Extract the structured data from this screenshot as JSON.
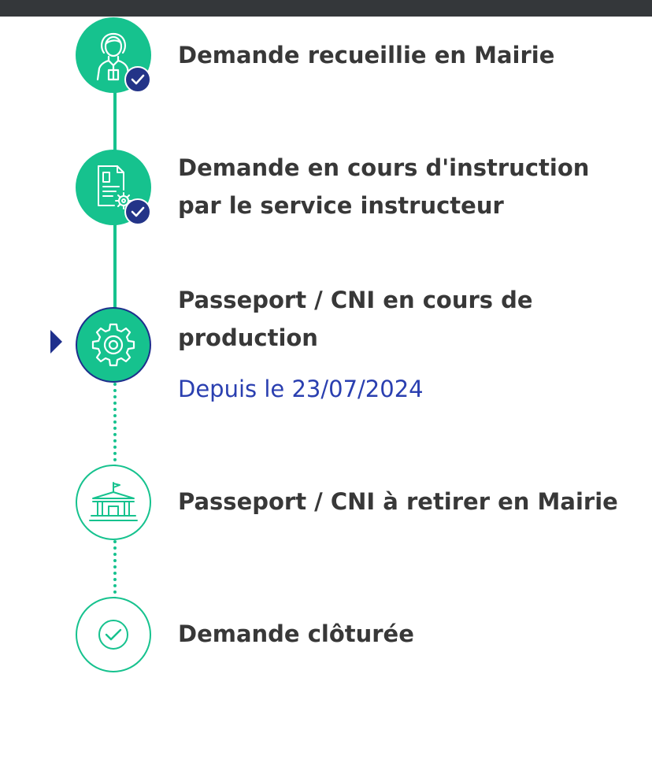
{
  "colors": {
    "accent": "#16c28e",
    "badge": "#233488",
    "current_border": "#1e2f8c",
    "subtitle": "#2a3fb0",
    "title": "#383838"
  },
  "steps": [
    {
      "title_lines": [
        "Demande recueillie en Mairie"
      ],
      "status": "done",
      "icon": "agent-woman-icon"
    },
    {
      "title_lines": [
        "Demande en cours d'instruction",
        "par le service instructeur"
      ],
      "status": "done",
      "icon": "document-gear-icon"
    },
    {
      "title_lines": [
        "Passeport / CNI en cours de",
        "production"
      ],
      "subtitle": "Depuis le 23/07/2024",
      "status": "current",
      "icon": "gear-icon"
    },
    {
      "title_lines": [
        "Passeport / CNI à retirer en Mairie"
      ],
      "status": "todo",
      "icon": "town-hall-icon"
    },
    {
      "title_lines": [
        "Demande clôturée"
      ],
      "status": "todo",
      "icon": "check-circle-icon"
    }
  ]
}
